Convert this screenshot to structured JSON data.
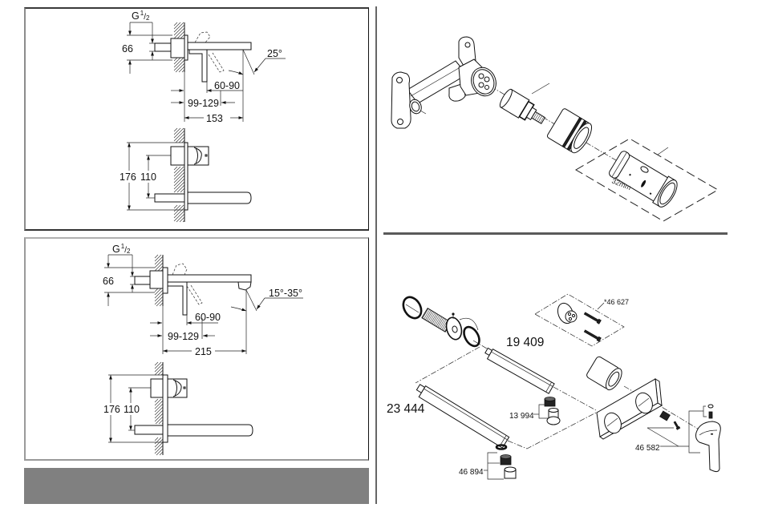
{
  "layout_colors": {
    "panel_border": "#3a3a3a",
    "divider": "#666666",
    "footer_bar": "#808080",
    "line_art": "#111111"
  },
  "dimension_panels": [
    {
      "name": "short-spout-version",
      "side_view": {
        "thread": {
          "prefix": "G",
          "numerator": "1",
          "separator": "/",
          "denominator": "2"
        },
        "inlet_height": "66",
        "spray_angle": "25°",
        "handle_clearance": "60-90",
        "wall_depth_range": "99-129",
        "spout_projection": "153"
      },
      "front_view": {
        "overall_height": "176",
        "centre_height": "110"
      }
    },
    {
      "name": "long-spout-version",
      "side_view": {
        "thread": {
          "prefix": "G",
          "numerator": "1",
          "separator": "/",
          "denominator": "2"
        },
        "inlet_height": "66",
        "spray_angle": "15°-35°",
        "handle_clearance": "60-90",
        "wall_depth_range": "99-129",
        "spout_projection": "215"
      },
      "front_view": {
        "overall_height": "176",
        "centre_height": "110"
      }
    }
  ],
  "rough_in_assembly": {
    "tool_size_label": "32mm"
  },
  "spare_parts": {
    "cartridge_kit": "*46 627",
    "spout_short": "19 409",
    "spout_long": "23 444",
    "aerator_short": "13 994",
    "aerator_long": "46 894",
    "handle_kit": "46 582"
  }
}
